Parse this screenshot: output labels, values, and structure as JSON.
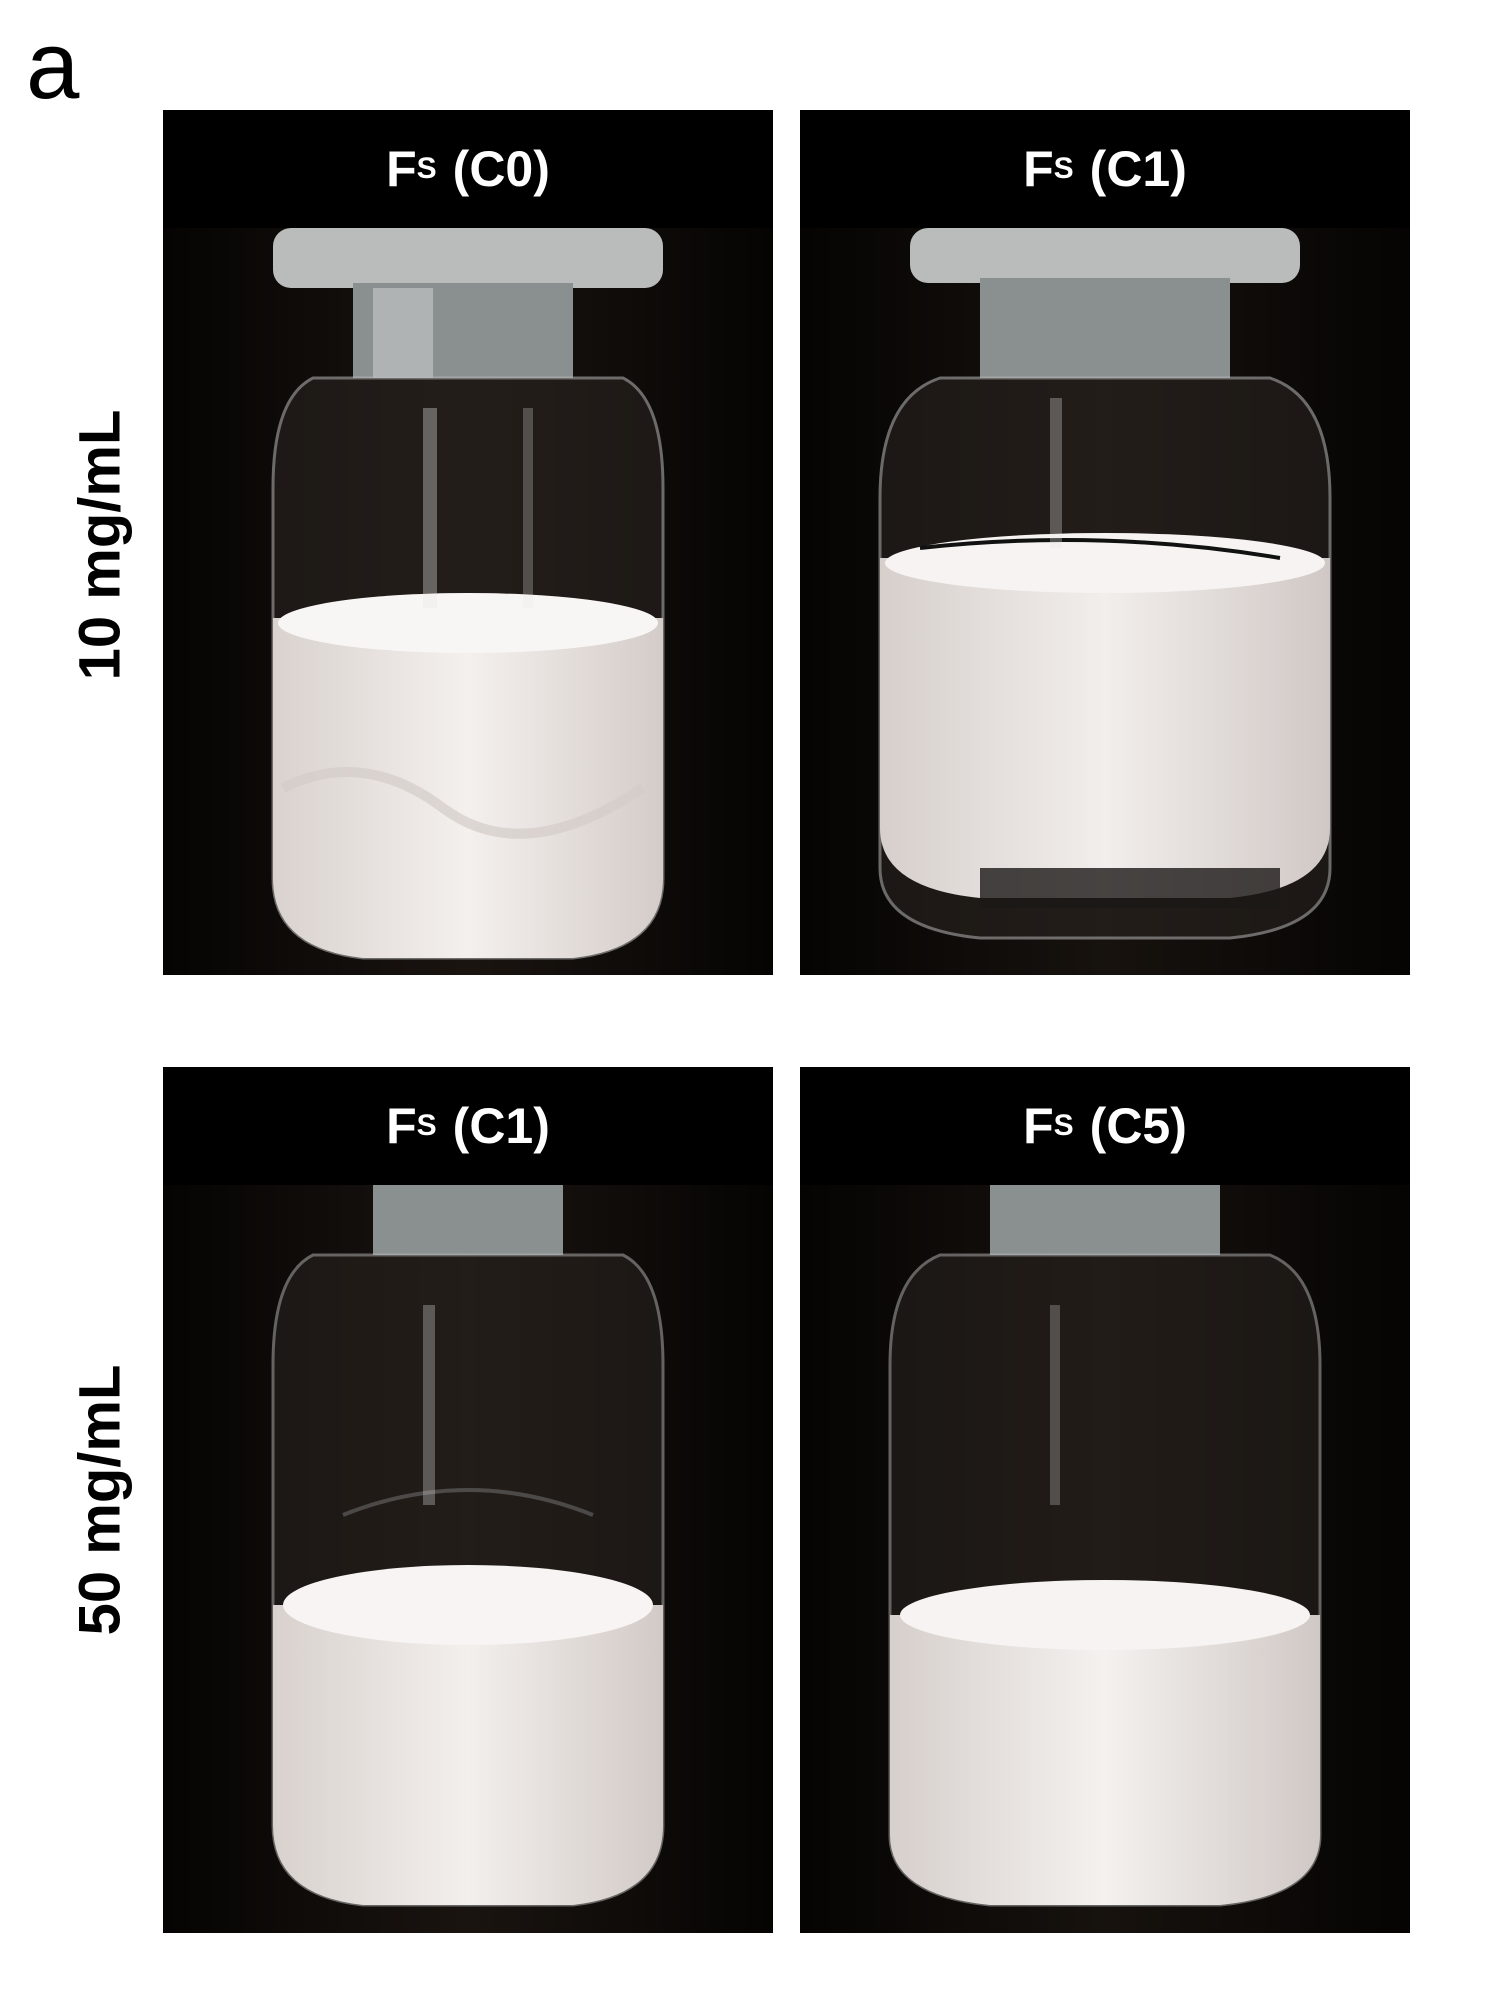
{
  "panel_letter": "a",
  "rows": [
    {
      "label": "10 mg/mL"
    },
    {
      "label": "50 mg/mL"
    }
  ],
  "photos": [
    {
      "symbol": "F",
      "subscript": "S",
      "condition": "(C0)",
      "fill_level": 0.52,
      "lid": true
    },
    {
      "symbol": "F",
      "subscript": "S",
      "condition": "(C1)",
      "fill_level": 0.62,
      "lid": true
    },
    {
      "symbol": "F",
      "subscript": "S",
      "condition": "(C1)",
      "fill_level": 0.44,
      "lid": false
    },
    {
      "symbol": "F",
      "subscript": "S",
      "condition": "(C5)",
      "fill_level": 0.46,
      "lid": false
    }
  ],
  "colors": {
    "background": "#0a0807",
    "glass": "#3a3430",
    "powder": "#efeae7",
    "cap": "#b9bcbb",
    "header": "#000000",
    "header_text": "#ffffff"
  }
}
